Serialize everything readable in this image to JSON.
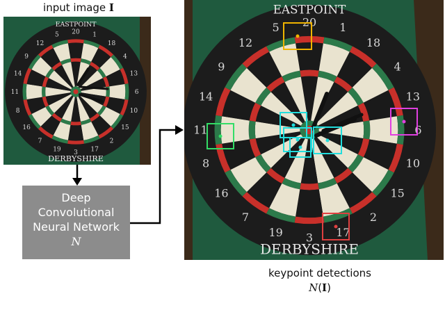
{
  "input_label": {
    "text": "input image",
    "symbol": "I"
  },
  "network": {
    "lines": [
      "Deep",
      "Convolutional",
      "Neural Network"
    ],
    "symbol": "N"
  },
  "output_label": {
    "line1": "keypoint detections",
    "symbol": "N",
    "arg": "I"
  },
  "dartboard": {
    "top_text": "EASTPOINT",
    "bottom_text": "DERBYSHIRE",
    "numbers": [
      "20",
      "1",
      "18",
      "4",
      "13",
      "6",
      "10",
      "15",
      "2",
      "17",
      "3",
      "19",
      "7",
      "16",
      "8",
      "11",
      "14",
      "9",
      "12",
      "5"
    ],
    "colors": {
      "board_bg": "#1c1c1c",
      "cream": "#e9e3cf",
      "black": "#1a1a1a",
      "red": "#c8302a",
      "green": "#2c7a4a",
      "cabinet_green": "#1f5a3e",
      "wood": "#3b2a1a"
    }
  },
  "keypoints": [
    {
      "name": "orange-keypoint",
      "color": "#f0b400"
    },
    {
      "name": "green-keypoint",
      "color": "#33dd66"
    },
    {
      "name": "magenta-keypoint",
      "color": "#e040e0"
    },
    {
      "name": "red-keypoint",
      "color": "#e04040"
    },
    {
      "name": "cyan-keypoint-1",
      "color": "#22dddd"
    },
    {
      "name": "cyan-keypoint-2",
      "color": "#22dddd"
    },
    {
      "name": "cyan-keypoint-3",
      "color": "#22dddd"
    },
    {
      "name": "cyan-keypoint-4",
      "color": "#22dddd"
    }
  ]
}
